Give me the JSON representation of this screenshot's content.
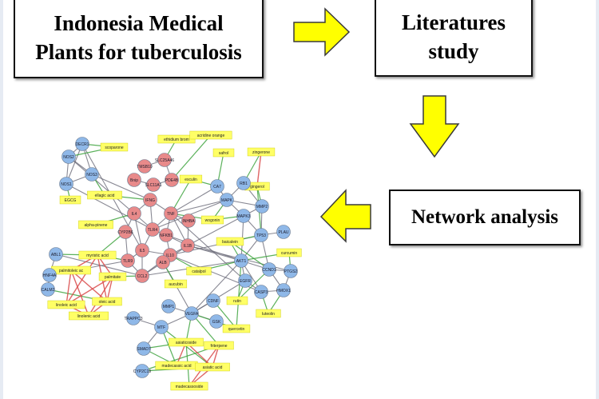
{
  "steps": {
    "plants": {
      "line1": "Indonesia Medical",
      "line2": "Plants for tuberculosis"
    },
    "literature": {
      "line1": "Literatures",
      "line2": "study"
    },
    "network": {
      "label": "Network analysis"
    }
  },
  "colors": {
    "arrow_fill": "#ffff00",
    "arrow_stroke": "#3a3a3a",
    "protein_node": "#8fb8e8",
    "disease_gene_node": "#e88a8a",
    "compound_node": "#ffff66",
    "edge_gray": "#6a6a78",
    "edge_green": "#3ea33e",
    "edge_red": "#d94a4a"
  },
  "network": {
    "blue_nodes": [
      {
        "id": "DECR1",
        "label": "DECR1"
      },
      {
        "id": "NOS2",
        "label": "NOS2"
      },
      {
        "id": "NOS3",
        "label": "NOS3"
      },
      {
        "id": "NOS1",
        "label": "NOS1"
      },
      {
        "id": "CA7",
        "label": "CA7"
      },
      {
        "id": "RB1",
        "label": "RB1"
      },
      {
        "id": "MAPK",
        "label": "MAPK"
      },
      {
        "id": "MAPK3",
        "label": "MAPK3"
      },
      {
        "id": "MMP2",
        "label": "MMP2"
      },
      {
        "id": "TP53",
        "label": "TP53"
      },
      {
        "id": "PLAU",
        "label": "PLAU"
      },
      {
        "id": "AKT1",
        "label": "AKT1"
      },
      {
        "id": "CCND1",
        "label": "CCND1"
      },
      {
        "id": "PTGS2",
        "label": "PTGS2"
      },
      {
        "id": "EGFR",
        "label": "EGFR"
      },
      {
        "id": "CASP3",
        "label": "CASP3"
      },
      {
        "id": "HMOX1",
        "label": "HMOX1"
      },
      {
        "id": "ABL1",
        "label": "ABL1"
      },
      {
        "id": "HNF4A",
        "label": "HNF4A"
      },
      {
        "id": "CALM2",
        "label": "CALM2"
      },
      {
        "id": "MMP1",
        "label": "MMP1"
      },
      {
        "id": "VEGFA",
        "label": "VEGFA"
      },
      {
        "id": "CDNF",
        "label": "CDNF"
      },
      {
        "id": "GSK",
        "label": "GSK"
      },
      {
        "id": "TRAPPC3",
        "label": "TRAPPC3"
      },
      {
        "id": "MTF",
        "label": "MTF"
      },
      {
        "id": "SMAD7",
        "label": "SMAD7"
      },
      {
        "id": "CYP2C19",
        "label": "CYP2C19"
      }
    ],
    "red_nodes": [
      {
        "id": "TMSB10",
        "label": "TMSB10"
      },
      {
        "id": "SLC25A46",
        "label": "SLC25A46"
      },
      {
        "id": "Bnip",
        "label": "Bnip"
      },
      {
        "id": "SLC11A1",
        "label": "SLC11A1"
      },
      {
        "id": "PDE4B",
        "label": "PDE4B"
      },
      {
        "id": "IFNG",
        "label": "IFNG"
      },
      {
        "id": "IL4",
        "label": "IL4"
      },
      {
        "id": "TNF",
        "label": "TNF"
      },
      {
        "id": "CYP2B",
        "label": "CYP2B6"
      },
      {
        "id": "TLR4",
        "label": "TLR4"
      },
      {
        "id": "NFKB1",
        "label": "NFKB1"
      },
      {
        "id": "INHB",
        "label": "INHBA"
      },
      {
        "id": "IL5",
        "label": "IL5"
      },
      {
        "id": "IL10",
        "label": "IL10"
      },
      {
        "id": "IL1B",
        "label": "IL1B"
      },
      {
        "id": "TLR9",
        "label": "TLR9"
      },
      {
        "id": "ALB",
        "label": "ALB"
      },
      {
        "id": "CCL2",
        "label": "CCL2"
      }
    ],
    "compounds": [
      {
        "id": "scoparone",
        "label": "scoparone"
      },
      {
        "id": "ethidium",
        "label": "ethidium brom"
      },
      {
        "id": "acridine",
        "label": "acridine orange"
      },
      {
        "id": "safrol",
        "label": "safrol"
      },
      {
        "id": "zingerone",
        "label": "zingerone"
      },
      {
        "id": "esculin",
        "label": "esculin"
      },
      {
        "id": "gingerol",
        "label": "gingerol"
      },
      {
        "id": "ellagic",
        "label": "ellagic acid"
      },
      {
        "id": "EGCG",
        "label": "EGCG"
      },
      {
        "id": "alpha",
        "label": "alpha-pinene"
      },
      {
        "id": "wogonin",
        "label": "wogonin"
      },
      {
        "id": "baicalein",
        "label": "baicalein"
      },
      {
        "id": "curcumin",
        "label": "curcumin"
      },
      {
        "id": "myristic",
        "label": "myristic acid"
      },
      {
        "id": "palmitoleic",
        "label": "palmitoleic ac"
      },
      {
        "id": "palmitate",
        "label": "palmitate"
      },
      {
        "id": "oleic",
        "label": "oleic acid"
      },
      {
        "id": "linoleic",
        "label": "linoleic acid"
      },
      {
        "id": "linolenic",
        "label": "linolenic acid"
      },
      {
        "id": "catalpol",
        "label": "catalpol"
      },
      {
        "id": "aucubin",
        "label": "aucubin"
      },
      {
        "id": "rutin",
        "label": "rutin"
      },
      {
        "id": "luteolin",
        "label": "luteolin"
      },
      {
        "id": "quercetin",
        "label": "quercetin"
      },
      {
        "id": "asiaticoside",
        "label": "asiaticoside"
      },
      {
        "id": "friterpene",
        "label": "friterpene"
      },
      {
        "id": "madecassic",
        "label": "madecassic acid"
      },
      {
        "id": "asiatic",
        "label": "asiatic acid"
      },
      {
        "id": "madecassoside",
        "label": "madecassoside"
      }
    ]
  }
}
